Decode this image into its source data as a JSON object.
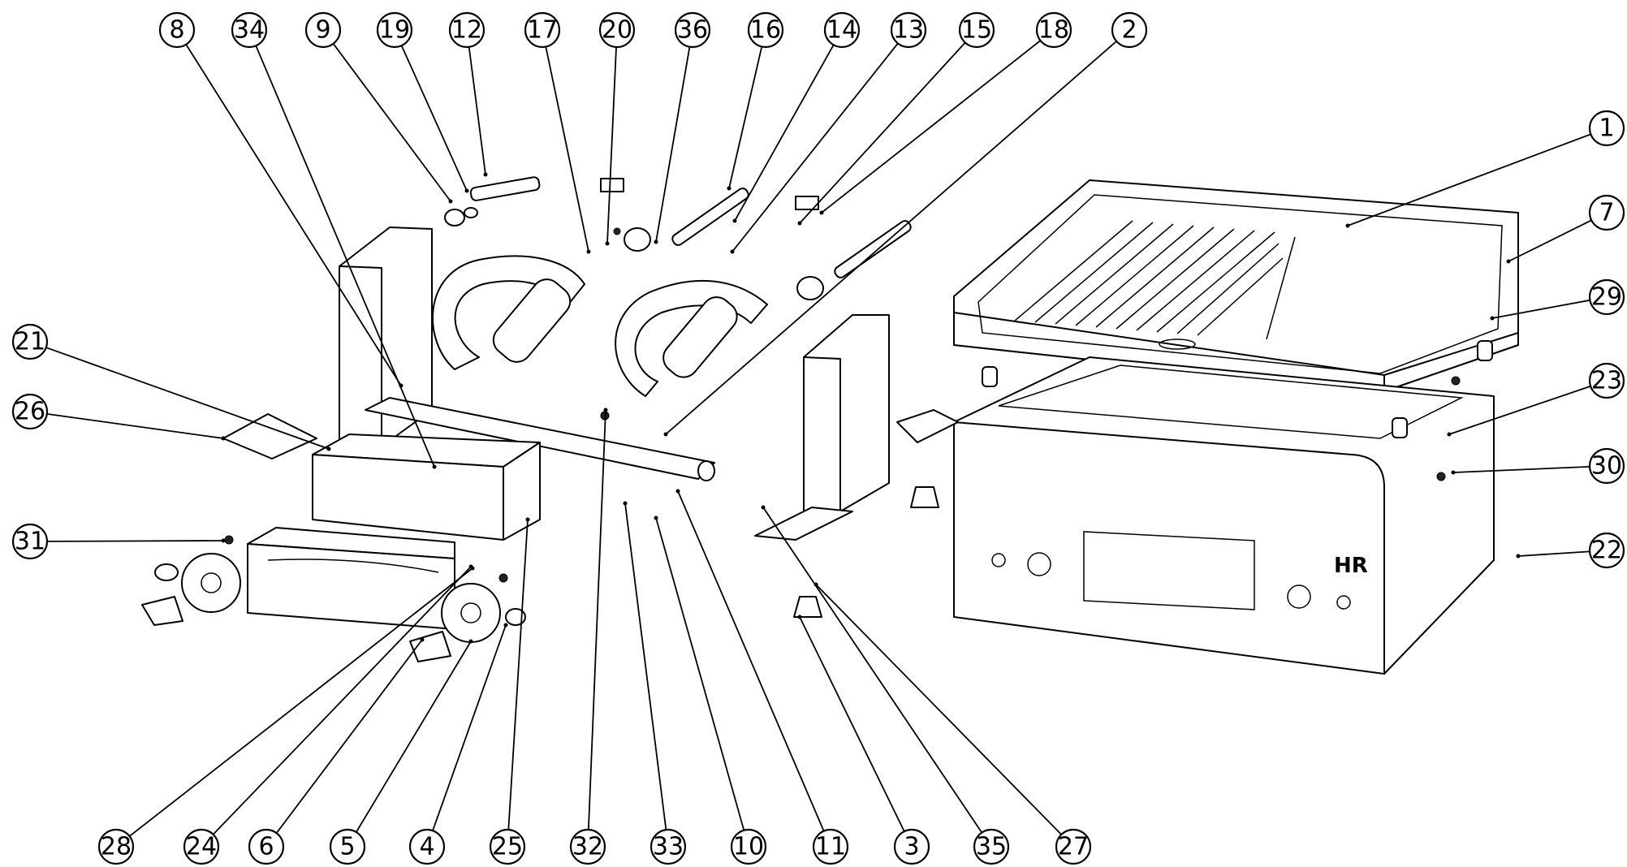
{
  "diagram": {
    "brand_label": "HR",
    "callouts_top": [
      "8",
      "34",
      "9",
      "19",
      "12",
      "17",
      "20",
      "36",
      "16",
      "14",
      "13",
      "15",
      "18",
      "2"
    ],
    "callouts_right": [
      "1",
      "7",
      "29",
      "23",
      "30",
      "22"
    ],
    "callouts_left": [
      "21",
      "26",
      "31"
    ],
    "callouts_bottom": [
      "28",
      "24",
      "6",
      "5",
      "4",
      "25",
      "32",
      "33",
      "10",
      "11",
      "3",
      "35",
      "27"
    ]
  }
}
